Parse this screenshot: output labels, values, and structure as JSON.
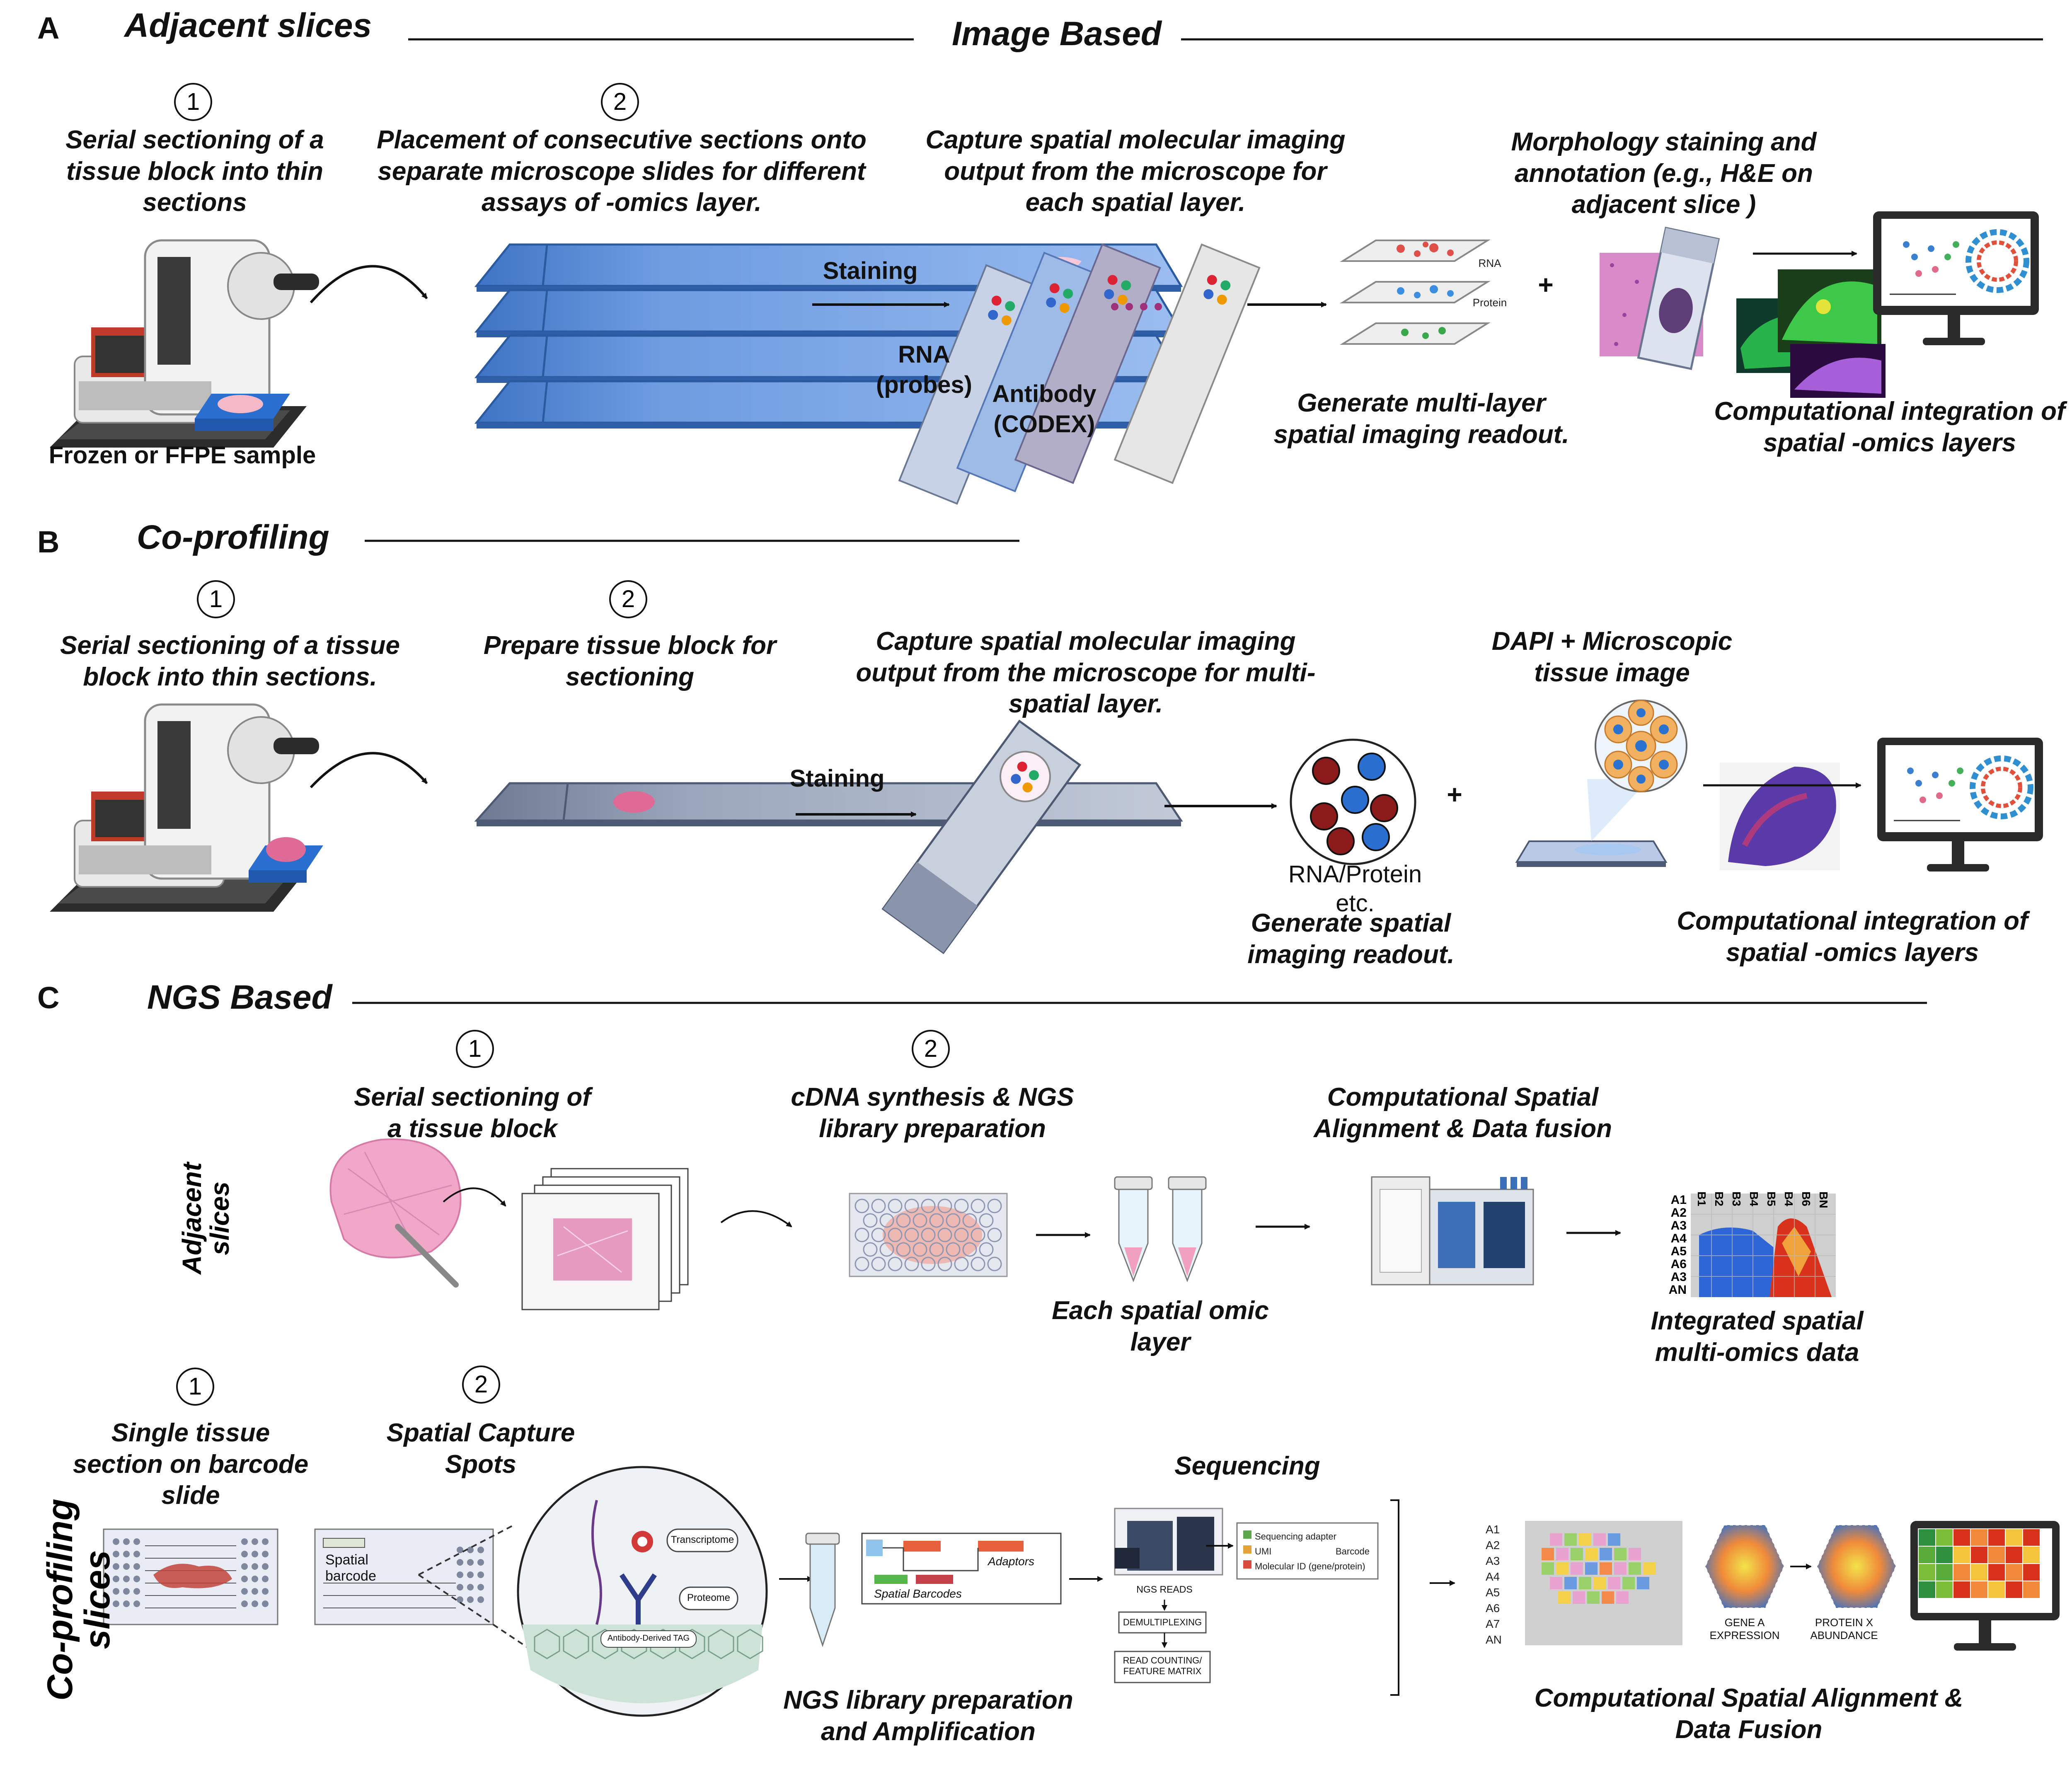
{
  "panels": {
    "A": {
      "letter": "A",
      "title_left": "Adjacent slices",
      "title_right": "Image Based",
      "step1": {
        "num": "1",
        "text": "Serial sectioning of a\ntissue block into thin\nsections"
      },
      "step2": {
        "num": "2",
        "text": "Placement of consecutive sections onto\nseparate microscope slides for different\nassays of -omics layer."
      },
      "capture": "Capture spatial molecular imaging\noutput from the microscope for\neach spatial layer.",
      "morphology": "Morphology staining and\nannotation (e.g., H&E on\nadjacent slice )",
      "sample": "Frozen or FFPE sample",
      "staining": "Staining",
      "rna_probes": "RNA\n(probes)",
      "antibody": "Antibody\n(CODEX)",
      "layer_rna": "RNA",
      "layer_protein": "Protein",
      "plus": "+",
      "readout": "Generate multi-layer\nspatial imaging readout.",
      "integration": "Computational integration of\nspatial -omics layers"
    },
    "B": {
      "letter": "B",
      "title": "Co-profiling",
      "step1": {
        "num": "1",
        "text": "Serial sectioning of a tissue\nblock into thin sections."
      },
      "step2": {
        "num": "2",
        "text": "Prepare tissue block for\nsectioning"
      },
      "capture": "Capture spatial molecular imaging\noutput from the microscope for multi-\nspatial layer.",
      "dapi": "DAPI + Microscopic\ntissue image",
      "staining": "Staining",
      "rna_protein": "RNA/Protein\netc.",
      "plus": "+",
      "readout": "Generate spatial\nimaging readout.",
      "integration": "Computational integration of\nspatial -omics layers"
    },
    "C": {
      "letter": "C",
      "title": "NGS Based",
      "adjacent_label": "Adjacent\nslices",
      "coprofiling_label": "Co-profiling\nslices",
      "adj_step1": {
        "num": "1",
        "text": "Serial sectioning of\na tissue block"
      },
      "adj_step2": {
        "num": "2",
        "text": "cDNA synthesis & NGS\nlibrary preparation"
      },
      "adj_fusion": "Computational Spatial\nAlignment & Data fusion",
      "adj_layer": "Each spatial omic\nlayer",
      "adj_integrated": "Integrated spatial\nmulti-omics data",
      "grid_rows": [
        "A1",
        "A2",
        "A3",
        "A4",
        "A5",
        "A6",
        "A3",
        "AN"
      ],
      "grid_cols": [
        "B1",
        "B2",
        "B3",
        "B4",
        "B5",
        "B4",
        "B6",
        "BN"
      ],
      "co_step1": {
        "num": "1",
        "text": "Single tissue\nsection on barcode\nslide"
      },
      "co_step2": {
        "num": "2",
        "text": "Spatial Capture\nSpots"
      },
      "spatial_barcode": "Spatial\nbarcode",
      "transcriptome": "Transcriptome",
      "proteome": "Proteome",
      "antibody_tag": "Antibody-Derived TAG",
      "adaptors": "Adaptors",
      "spatial_barcodes": "Spatial Barcodes",
      "sequencing": "Sequencing",
      "legend": [
        "Sequencing adapter",
        "UMI",
        "Barcode",
        "Molecular ID (gene/protein)"
      ],
      "flow": [
        "NGS READS",
        "DEMULTIPLEXING",
        "READ COUNTING/\nFEATURE MATRIX"
      ],
      "ngs_prep": "NGS library preparation\nand Amplification",
      "rows2": [
        "A1",
        "A2",
        "A3",
        "A4",
        "A5",
        "A6",
        "A7",
        "AN"
      ],
      "gene_a": "GENE A\nEXPRESSION",
      "protein_x": "PROTEIN X\nABUNDANCE",
      "fusion": "Computational Spatial Alignment &\nData Fusion"
    }
  },
  "colors": {
    "slide_blue": "#5b8fd6",
    "slide_dark": "#3566b0",
    "tissue_pink": "#e79ac0",
    "rna_red": "#8b1a1a",
    "protein_blue": "#2a6fcf",
    "line": "#111111"
  },
  "icons": [
    "microtome-icon",
    "monitor-icon",
    "tube-icon",
    "sequencer-icon",
    "slide-icon"
  ]
}
